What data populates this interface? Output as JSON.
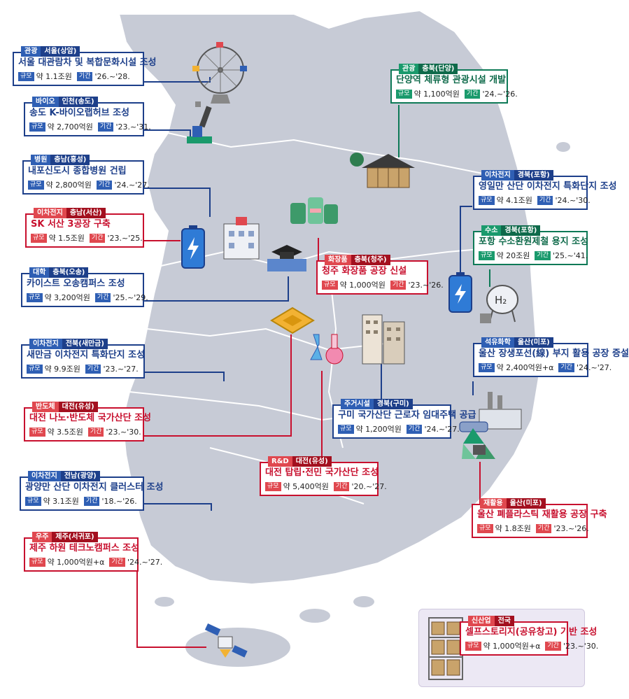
{
  "labels": {
    "scale": "규모",
    "period": "기간"
  },
  "projects": [
    {
      "id": "seoul",
      "sector": "관광",
      "region": "서울(상암)",
      "title": "서울 대관람차 및 복합문화시설 조성",
      "scale": "약 1.1조원",
      "period": "'26.~'28.",
      "color": "navy"
    },
    {
      "id": "songdo",
      "sector": "바이오",
      "region": "인천(송도)",
      "title": "송도 K-바이오랩허브 조성",
      "scale": "약 2,700억원",
      "period": "'23.~'31.",
      "color": "navy"
    },
    {
      "id": "naepo",
      "sector": "병원",
      "region": "충남(홍성)",
      "title": "내포신도시 종합병원 건립",
      "scale": "약 2,800억원",
      "period": "'24.~'27.",
      "color": "navy"
    },
    {
      "id": "seosan",
      "sector": "이차전지",
      "region": "충남(서산)",
      "title": "SK 서산 3공장 구축",
      "scale": "약 1.5조원",
      "period": "'23.~'25.",
      "color": "red"
    },
    {
      "id": "kaist",
      "sector": "대학",
      "region": "충북(오송)",
      "title": "카이스트 오송캠퍼스 조성",
      "scale": "약 3,200억원",
      "period": "'25.~'29.",
      "color": "navy"
    },
    {
      "id": "saemangeum",
      "sector": "이차전지",
      "region": "전북(새만금)",
      "title": "새만금 이차전지 특화단지 조성",
      "scale": "약 9.9조원",
      "period": "'23.~'27.",
      "color": "navy"
    },
    {
      "id": "daejeon_nano",
      "sector": "반도체",
      "region": "대전(유성)",
      "title": "대전 나노·반도체 국가산단 조성",
      "scale": "약 3.5조원",
      "period": "'23.~'30.",
      "color": "red"
    },
    {
      "id": "gwangyang",
      "sector": "이차전지",
      "region": "전남(광양)",
      "title": "광양만 산단 이차전지 클러스터 조성",
      "scale": "약 3.1조원",
      "period": "'18.~'26.",
      "color": "navy"
    },
    {
      "id": "jeju",
      "sector": "우주",
      "region": "제주(서귀포)",
      "title": "제주 하원 테크노캠퍼스 조성",
      "scale": "약 1,000억원+α",
      "period": "'24.~'27.",
      "color": "red"
    },
    {
      "id": "danyang",
      "sector": "관광",
      "region": "충북(단양)",
      "title": "단양역 체류형 관광시설 개발",
      "scale": "약 1,100억원",
      "period": "'24.~'26.",
      "color": "green"
    },
    {
      "id": "yeongilman",
      "sector": "이차전지",
      "region": "경북(포항)",
      "title": "영일만 산단 이차전지 특화단지 조성",
      "scale": "약 4.1조원",
      "period": "'24.~'30.",
      "color": "navy"
    },
    {
      "id": "pohang_h2",
      "sector": "수소",
      "region": "경북(포항)",
      "title": "포항 수소환원제철 용지 조성",
      "scale": "약 20조원",
      "period": "'25.~'41.",
      "color": "green"
    },
    {
      "id": "cheongju",
      "sector": "화장품",
      "region": "충북(청주)",
      "title": "청주 화장품 공장 신설",
      "scale": "약 1,000억원",
      "period": "'23.~'26.",
      "color": "red"
    },
    {
      "id": "ulsan_oil",
      "sector": "석유화학",
      "region": "울산(미포)",
      "title": "울산 장생포선(線) 부지 활용 공장 증설",
      "scale": "약 2,400억원+α",
      "period": "'24.~'27.",
      "color": "navy"
    },
    {
      "id": "gumi",
      "sector": "주거시설",
      "region": "경북(구미)",
      "title": "구미 국가산단 근로자 임대주택 공급",
      "scale": "약 1,200억원",
      "period": "'24.~'27.",
      "color": "navy"
    },
    {
      "id": "daejeon_tap",
      "sector": "R&D",
      "region": "대전(유성)",
      "title": "대전 탑립·전민 국가산단 조성",
      "scale": "약 5,400억원",
      "period": "'20.~'27.",
      "color": "red"
    },
    {
      "id": "ulsan_plastic",
      "sector": "재활용",
      "region": "울산(미포)",
      "title": "울산 폐플라스틱 재활용 공장 구축",
      "scale": "약 1.8조원",
      "period": "'23.~'26.",
      "color": "red"
    },
    {
      "id": "self_storage",
      "sector": "신산업",
      "region": "전국",
      "title": "셀프스토리지(공유창고) 기반 조성",
      "scale": "약 1,000억원+α",
      "period": "'23.~'30.",
      "color": "red"
    }
  ],
  "illustrations": [
    {
      "id": "ferris-wheel",
      "icon": "ferris-wheel-icon"
    },
    {
      "id": "microscope",
      "icon": "microscope-icon"
    },
    {
      "id": "hospital",
      "icon": "hospital-building-icon"
    },
    {
      "id": "battery",
      "icon": "battery-icon"
    },
    {
      "id": "graduation",
      "icon": "graduation-cap-icon"
    },
    {
      "id": "cosmetics",
      "icon": "cosmetics-jars-icon"
    },
    {
      "id": "semiconductor",
      "icon": "chip-icon"
    },
    {
      "id": "flasks",
      "icon": "flask-icon"
    },
    {
      "id": "apartments",
      "icon": "apartment-icon"
    },
    {
      "id": "hanok",
      "icon": "hanok-station-icon"
    },
    {
      "id": "hydrogen-tank",
      "icon": "hydrogen-tank-icon"
    },
    {
      "id": "train-factory",
      "icon": "factory-train-icon"
    },
    {
      "id": "recycle",
      "icon": "recycle-factory-icon"
    },
    {
      "id": "satellite",
      "icon": "satellite-icon"
    },
    {
      "id": "storage-shelf",
      "icon": "storage-shelf-icon"
    }
  ],
  "icon_text": {
    "hydrogen": "H₂"
  },
  "colors": {
    "navy": "#1d3f8a",
    "red": "#c8102e",
    "green": "#0e7a57",
    "land": "#c7cbd6",
    "sea": "#ffffff"
  }
}
